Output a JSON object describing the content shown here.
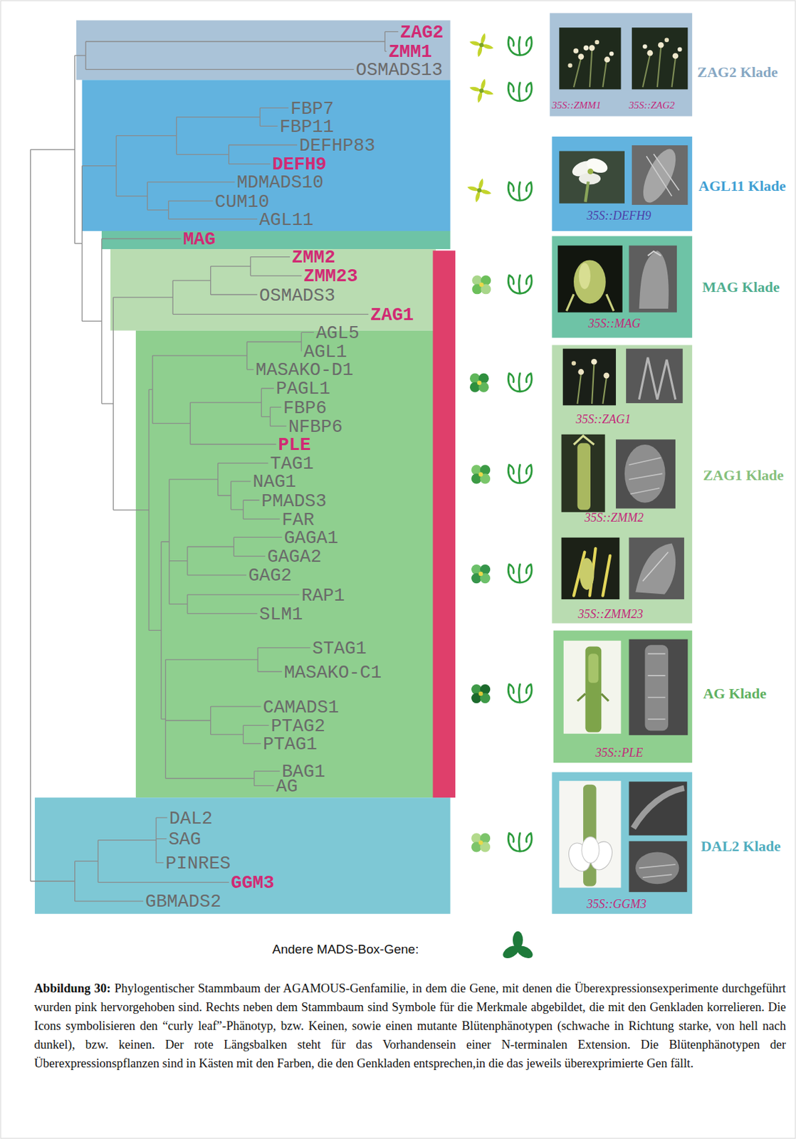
{
  "diagram": {
    "caption": "Abbildung 30: Phylogentischer Stammbaum der AGAMOUS-Genfamilie, in dem die Gene, mit denen die Überexpressionsexperimente durchgeführt wurden pink hervorgehoben sind. Rechts neben dem Stammbaum sind Symbole für die Merkmale abgebildet, die mit den Genkladen korrelieren. Die Icons symbolisieren den “curly leaf”-Phänotyp, bzw. Keinen, sowie einen mutante Blütenphänotypen (schwache in Richtung starke, von hell nach dunkel), bzw. keinen. Der rote Längsbalken steht für das Vorhandensein einer N-terminalen Extension. Die Blütenphänotypen der Überexpressionspflanzen sind in Kästen mit den Farben, die den Genkladen entsprechen,in die das jeweils überexprimierte Gen fällt.",
    "nodes": [
      {
        "text": [
          "ZAG2",
          "ZMM1",
          "OSMADS13"
        ]
      },
      {
        "text": [
          "FBP7",
          "FBP11",
          "DEFHP83",
          "DEFH9",
          "MDMADS10",
          "CUM10",
          "AGL11"
        ]
      },
      {
        "text": [
          "MAG"
        ]
      },
      {
        "text": [
          "ZMM2",
          "ZMM23",
          "OSMADS3",
          "ZAG1"
        ]
      },
      {
        "text": [
          "AGL5",
          "AGL1",
          "MASAKO-D1",
          "PAGL1",
          "FBP6",
          "NFBP6",
          "PLE",
          "TAG1",
          "NAG1",
          "PMADS3",
          "FAR",
          "GAGA1",
          "GAGA2",
          "GAG2",
          "RAP1",
          "SLM1",
          "STAG1",
          "MASAKO-C1",
          "CAMADS1",
          "PTAG2",
          "PTAG1",
          "BAG1",
          "AG"
        ]
      },
      {
        "text": [
          "DAL2",
          "SAG",
          "PINRES",
          "GGM3",
          "GBMADS2"
        ]
      },
      {
        "text": [
          "35S::ZMM1",
          "35S::ZAG2",
          "ZAG2 Klade"
        ]
      },
      {
        "text": [
          "35S::DEFH9",
          "AGL11 Klade"
        ]
      },
      {
        "text": [
          "35S::MAG",
          "MAG Klade"
        ]
      },
      {
        "text": [
          "35S::ZAG1",
          "35S::ZMM2",
          "35S::ZMM23",
          "ZAG1 Klade"
        ]
      },
      {
        "text": [
          "35S::PLE",
          "AG Klade"
        ]
      },
      {
        "text": [
          "35S::GGM3",
          "DAL2 Klade"
        ]
      }
    ],
    "labels": [
      "Andere MADS-Box-Gene:"
    ]
  }
}
